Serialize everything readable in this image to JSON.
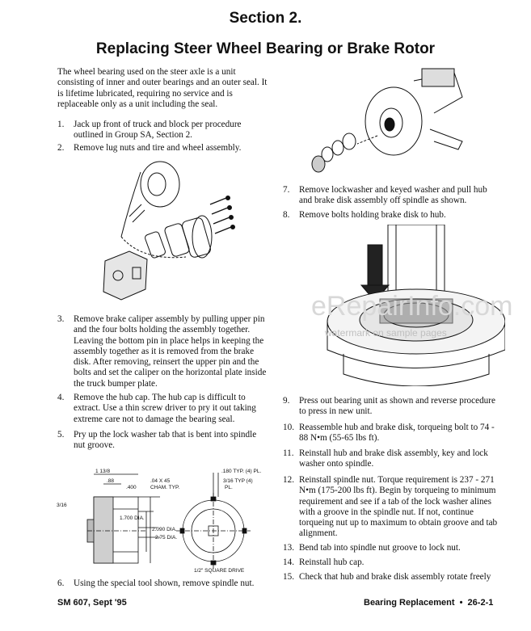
{
  "header": {
    "section": "Section 2.",
    "title": "Replacing Steer Wheel Bearing or Brake Rotor"
  },
  "intro": "The wheel bearing used on the steer axle is a unit consisting of inner and outer bearings and an outer seal. It is lifetime lubricated, requiring no service and is replaceable only as a unit including the seal.",
  "steps": [
    {
      "num": "1.",
      "text": "Jack up front of truck and block per procedure outlined in Group SA, Section 2."
    },
    {
      "num": "2.",
      "text": "Remove lug nuts and tire and wheel assembly."
    },
    {
      "num": "3.",
      "text": "Remove brake caliper assembly by pulling upper pin and the four bolts holding the assembly together. Leaving the bottom pin in place helps in keeping the assembly together as it is removed from the brake disk. After removing, reinsert the upper pin and the bolts and set the caliper on the horizontal plate inside the truck bumper plate."
    },
    {
      "num": "4.",
      "text": "Remove the hub cap. The hub cap is difficult to extract. Use a thin screw driver to pry it out taking extreme care not to damage the bearing seal."
    },
    {
      "num": "5.",
      "text": "Pry up the lock washer tab that is bent into spindle nut groove."
    },
    {
      "num": "6.",
      "text": "Using the special tool shown, remove spindle nut."
    },
    {
      "num": "7.",
      "text": "Remove lockwasher and keyed washer and pull hub and brake disk assembly off spindle as shown."
    },
    {
      "num": "8.",
      "text": "Remove bolts holding brake disk to hub."
    },
    {
      "num": "9.",
      "text": "Press out bearing unit as shown and reverse procedure to press in new unit."
    },
    {
      "num": "10.",
      "text": "Reassemble hub and brake disk, torqueing bolt to 74 - 88 N•m (55-65 lbs ft)."
    },
    {
      "num": "11.",
      "text": "Reinstall hub and brake disk assembly, key and lock washer onto spindle."
    },
    {
      "num": "12.",
      "text": "Reinstall spindle nut. Torque requirement is 237 - 271 N•m (175-200 lbs ft). Begin by torqueing to minimum requirement and see if a tab of the lock washer alines with a groove in the spindle nut. If not, continue torqueing nut up to maximum to obtain groove and tab alignment."
    },
    {
      "num": "13.",
      "text": "Bend tab into spindle nut groove to lock nut."
    },
    {
      "num": "14.",
      "text": "Reinstall hub cap."
    },
    {
      "num": "15.",
      "text": "Check that hub and brake disk assembly rotate freely"
    }
  ],
  "tool_dimensions": {
    "d1": "1 13/8",
    "d2": ".88",
    "d3": ".400",
    "d4": ".04 X 45",
    "d5": "CHAM. TYP.",
    "d6": ".180 TYP. (4) PL.",
    "d7": "3/16 TYP (4)",
    "d8": "PL.",
    "d9": "3/16",
    "d10": "1.700 DIA.",
    "d11": "2.090 DIA.",
    "d12": "2.75 DIA.",
    "d13": "1/2\" SQUARE DRIVE"
  },
  "watermark": {
    "line1": "eRepairInfo.com",
    "line2": "watermark on sample pages"
  },
  "footer": {
    "left": "SM 607, Sept '95",
    "right": "Bearing Replacement  •  26-2-1"
  }
}
